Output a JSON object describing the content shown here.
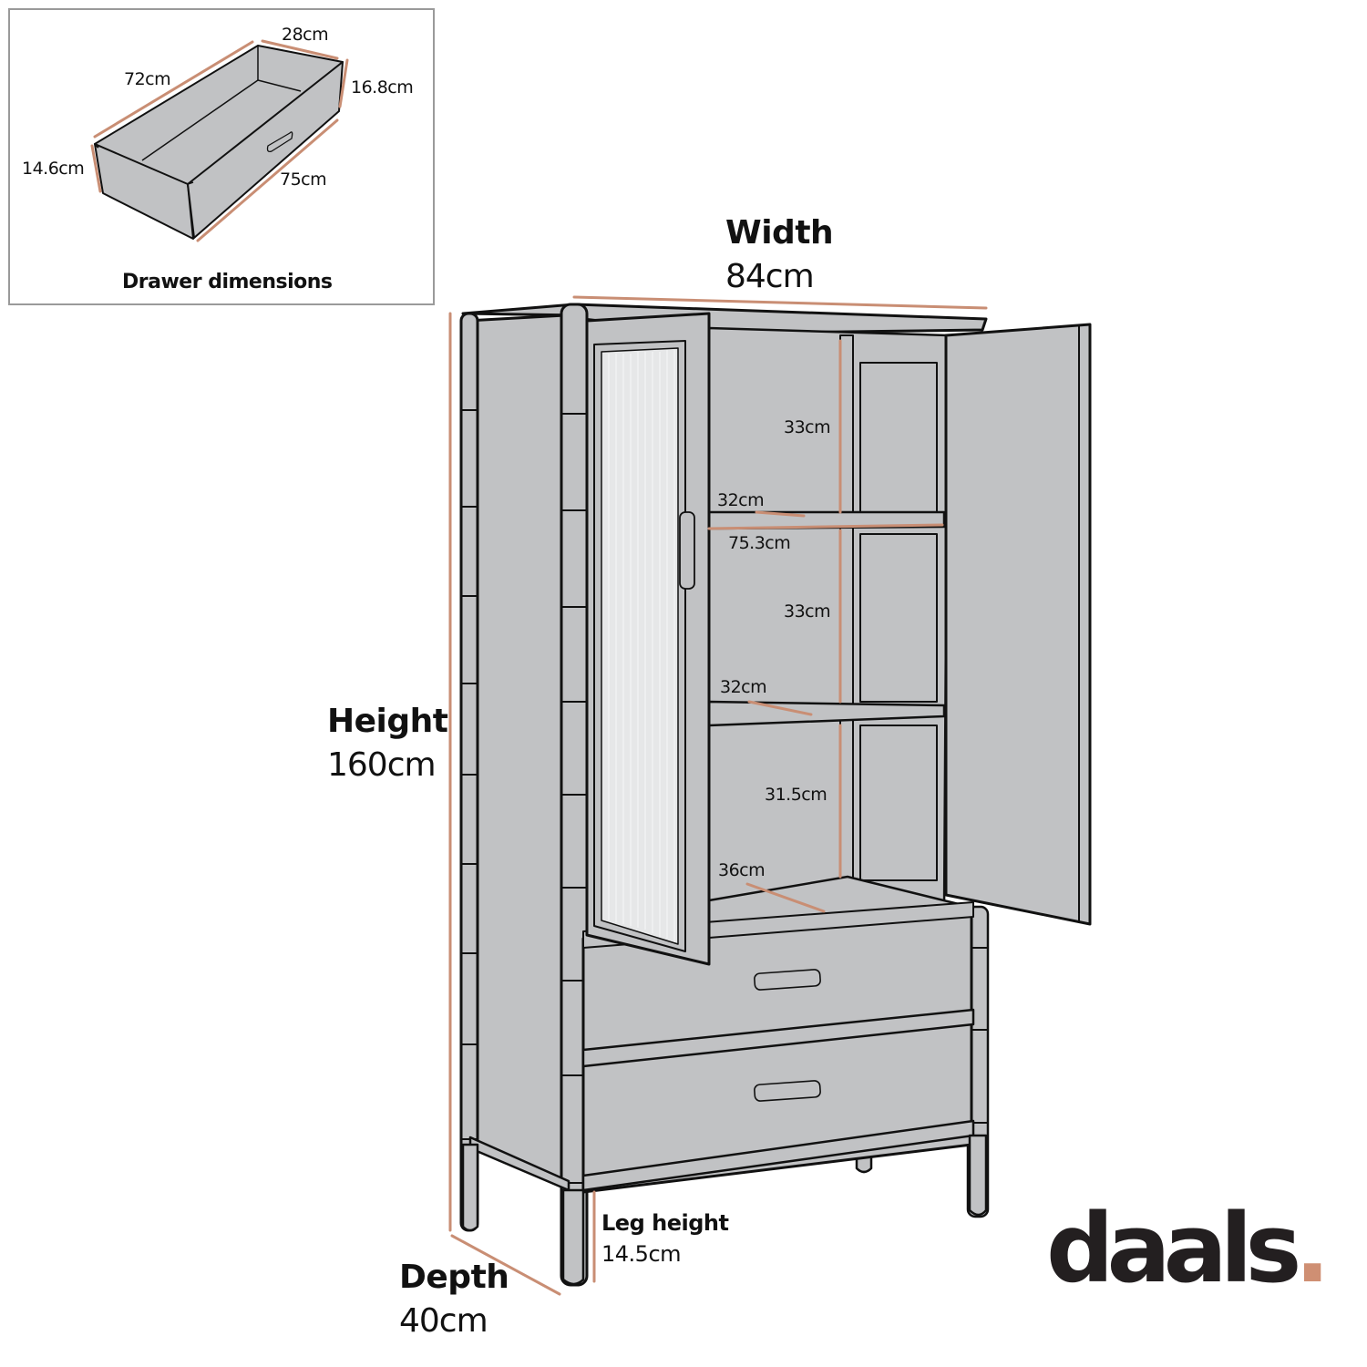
{
  "colors": {
    "dimension_line": "#c98e74",
    "furniture_fill": "#c1c2c4",
    "outline": "#111111",
    "inset_border": "#9a9a9a",
    "logo_text": "#231f20",
    "logo_dot": "#cf8f73"
  },
  "drawer_inset": {
    "caption": "Drawer dimensions",
    "dimensions": {
      "back_width": "28cm",
      "inner_length": "72cm",
      "back_height": "16.8cm",
      "front_height": "14.6cm",
      "front_length": "75cm"
    }
  },
  "overall": {
    "width": {
      "title": "Width",
      "value": "84cm"
    },
    "height": {
      "title": "Height",
      "value": "160cm"
    },
    "depth": {
      "title": "Depth",
      "value": "40cm"
    },
    "leg_height": {
      "title": "Leg height",
      "value": "14.5cm"
    }
  },
  "interior": {
    "top_compartment_height": "33cm",
    "top_shelf_depth": "32cm",
    "shelf_width": "75.3cm",
    "middle_compartment_height": "33cm",
    "middle_shelf_depth": "32cm",
    "bottom_compartment_height": "31.5cm",
    "base_depth": "36cm"
  },
  "brand": {
    "logo_text": "daals",
    "logo_dot": "."
  }
}
